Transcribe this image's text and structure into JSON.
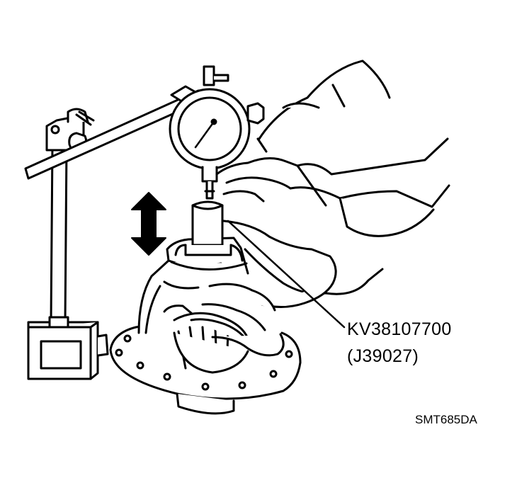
{
  "illustration": {
    "stroke_color": "#000000",
    "fill_color": "#ffffff",
    "components": [
      "dial-indicator",
      "magnetic-base-stand",
      "adapter-tool",
      "differential-case",
      "hands",
      "up-down-arrow"
    ]
  },
  "labels": {
    "part_number": "KV38107700",
    "alt_part_number": "(J39027)",
    "figure_ref": "SMT685DA"
  }
}
